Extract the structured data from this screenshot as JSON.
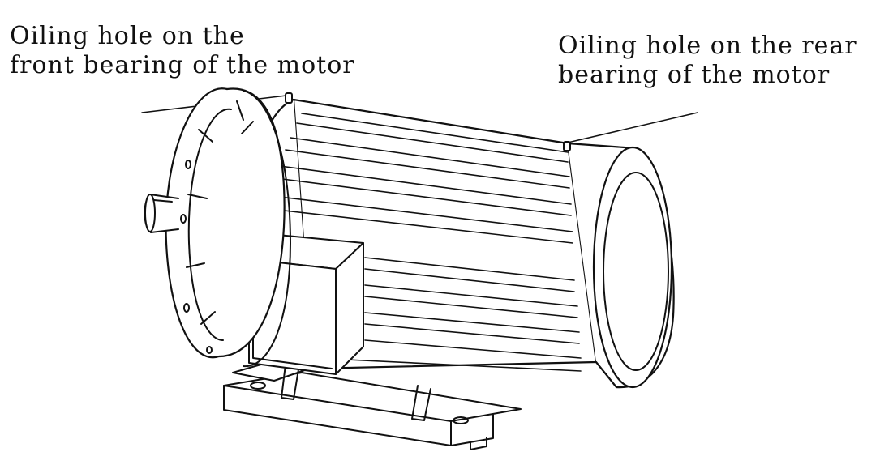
{
  "labels": {
    "front_line1": "Oiling hole on the",
    "front_line2": "front bearing of the motor",
    "rear_line1": "Oiling hole on the rear",
    "rear_line2": "bearing of the motor"
  },
  "colors": {
    "stroke": "#111111",
    "background": "#ffffff"
  }
}
